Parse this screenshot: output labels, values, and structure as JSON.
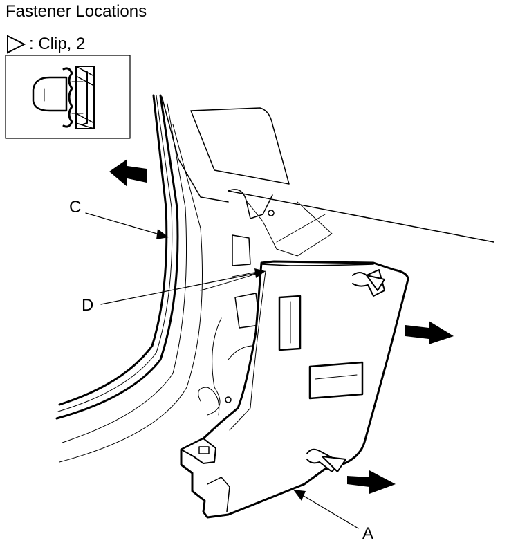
{
  "title": "Fastener Locations",
  "legend": {
    "symbol": "clip-triangle-icon",
    "text": ": Clip, 2"
  },
  "callouts": {
    "a": "A",
    "c": "C",
    "d": "D"
  },
  "colors": {
    "ink": "#000000",
    "paper": "#ffffff",
    "shade": "#dcdcdc"
  }
}
